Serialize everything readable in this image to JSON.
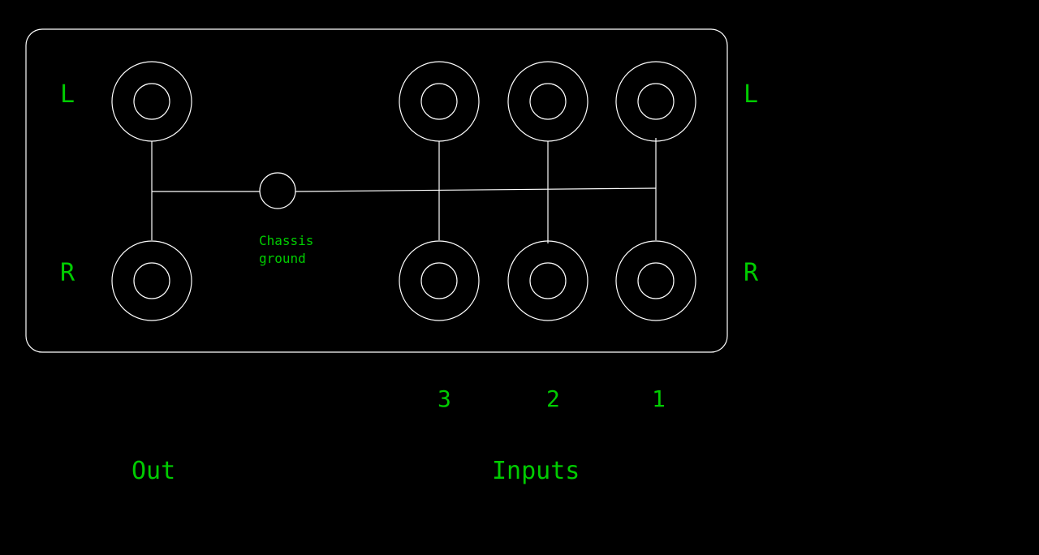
{
  "colors": {
    "background": "#000000",
    "lines": "#ffffff",
    "text": "#00cc00"
  },
  "labels": {
    "left_L": "L",
    "left_R": "R",
    "right_L": "L",
    "right_R": "R",
    "chassis_line1": "Chassis",
    "chassis_line2": "ground",
    "input_3": "3",
    "input_2": "2",
    "input_1": "1",
    "out": "Out",
    "inputs": "Inputs"
  }
}
